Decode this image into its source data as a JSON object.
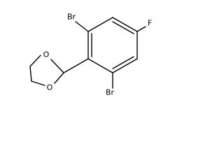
{
  "molecule": {
    "atoms": {
      "o_upper": "O",
      "o_lower": "O",
      "br_upper": "Br",
      "br_lower": "Br",
      "f": "F"
    },
    "colors": {
      "bond": "#000000",
      "label": "#000000",
      "background": "#ffffff"
    }
  }
}
